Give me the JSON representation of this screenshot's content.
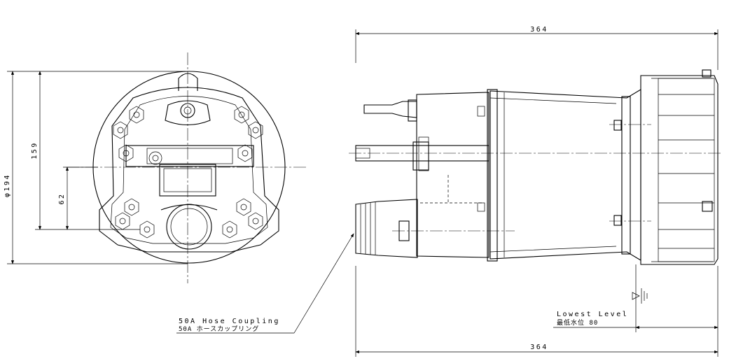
{
  "dimensions": {
    "overall_length_top": "364",
    "overall_length_bottom": "364",
    "diameter": "φ194",
    "height_159": "159",
    "height_62": "62"
  },
  "callouts": {
    "hose_coupling_en": "50A Hose Coupling",
    "hose_coupling_jp": "50A ホースカップリング",
    "lowest_level_en": "Lowest Level",
    "lowest_level_jp": "最低水位 80"
  }
}
